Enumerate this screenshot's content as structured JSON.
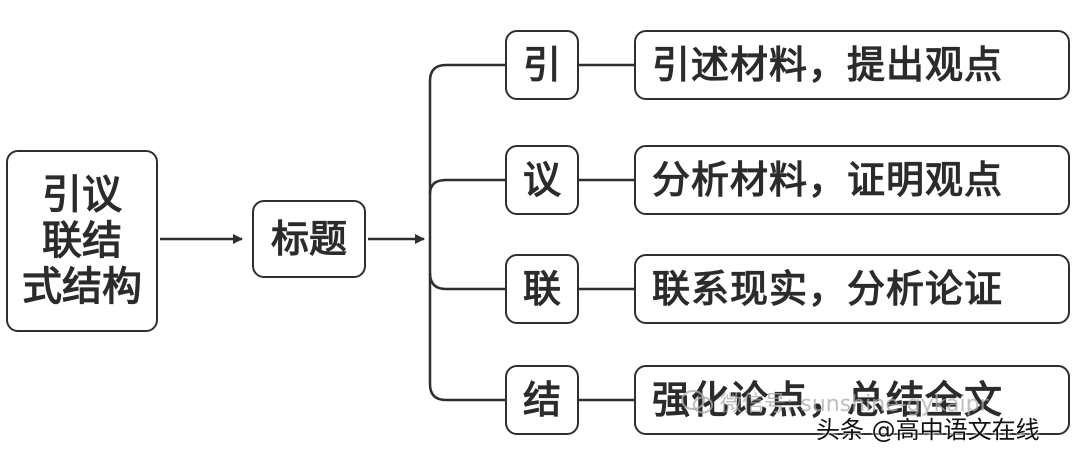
{
  "root": {
    "lines": [
      "引议",
      "联结",
      "式结构"
    ]
  },
  "title": "标题",
  "branches": [
    {
      "key": "引",
      "desc": "引述材料，提出观点"
    },
    {
      "key": "议",
      "desc": "分析材料，证明观点"
    },
    {
      "key": "联",
      "desc": "联系现实，分析论证"
    },
    {
      "key": "结",
      "desc": "强化论点，总结全文"
    }
  ],
  "watermark": "微信号: sunshine-gykaipr",
  "source_tag": "头条 @高中语文在线"
}
